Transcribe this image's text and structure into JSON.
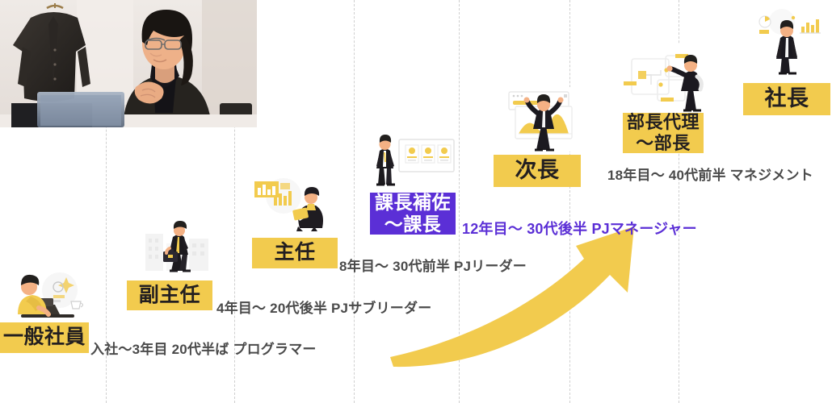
{
  "colors": {
    "accent_yellow": "#f2cb4e",
    "highlight_purple": "#5b2fd6",
    "caption_gray": "#4a4a4a",
    "gridline_gray": "#cfcfcf",
    "background": "#ffffff"
  },
  "photo": {
    "alt": "interview-photo-man-with-glasses-at-laptop",
    "subject": "man-in-dark-jacket",
    "props": [
      "hanging-coat",
      "laptop",
      "chair"
    ]
  },
  "arrow": {
    "name": "upward-growth-arrow",
    "color": "#f2cb4e",
    "direction": "up-right"
  },
  "steps": [
    {
      "rank": "一般社員",
      "years": "入社〜3年目",
      "age": "20代半ば",
      "role": "プログラマー",
      "caption": "入社〜3年目 20代半ば プログラマー",
      "illustration": "person-at-laptop-with-coffee-icon",
      "highlighted": false
    },
    {
      "rank": "副主任",
      "years": "4年目〜",
      "age": "20代後半",
      "role": "PJサブリーダー",
      "caption": "4年目〜 20代後半 PJサブリーダー",
      "illustration": "businessman-with-briefcase-icon",
      "highlighted": false
    },
    {
      "rank": "主任",
      "years": "8年目〜",
      "age": "30代前半",
      "role": "PJリーダー",
      "caption": "8年目〜 30代前半 PJリーダー",
      "illustration": "person-with-tablet-and-charts-icon",
      "highlighted": false
    },
    {
      "rank": "課長補佐\n〜課長",
      "years": "12年目〜",
      "age": "30代後半",
      "role": "PJマネージャー",
      "caption": "12年目〜 30代後半 PJマネージャー",
      "illustration": "suited-man-with-cards-board-icon",
      "highlighted": true
    },
    {
      "rank": "次長",
      "years": "",
      "age": "",
      "role": "",
      "caption": "",
      "illustration": "man-presenting-area-chart-icon",
      "highlighted": false
    },
    {
      "rank": "部長代理\n〜部長",
      "years": "18年目〜",
      "age": "40代前半",
      "role": "マネジメント",
      "caption": "18年目〜 40代前半 マネジメント",
      "illustration": "man-pointing-at-flowchart-icon",
      "highlighted": false
    },
    {
      "rank": "社長",
      "years": "",
      "age": "",
      "role": "",
      "caption": "",
      "illustration": "suited-man-with-analytics-icon",
      "highlighted": false
    }
  ],
  "gridlines": [
    131,
    290,
    438,
    568,
    705,
    840
  ]
}
